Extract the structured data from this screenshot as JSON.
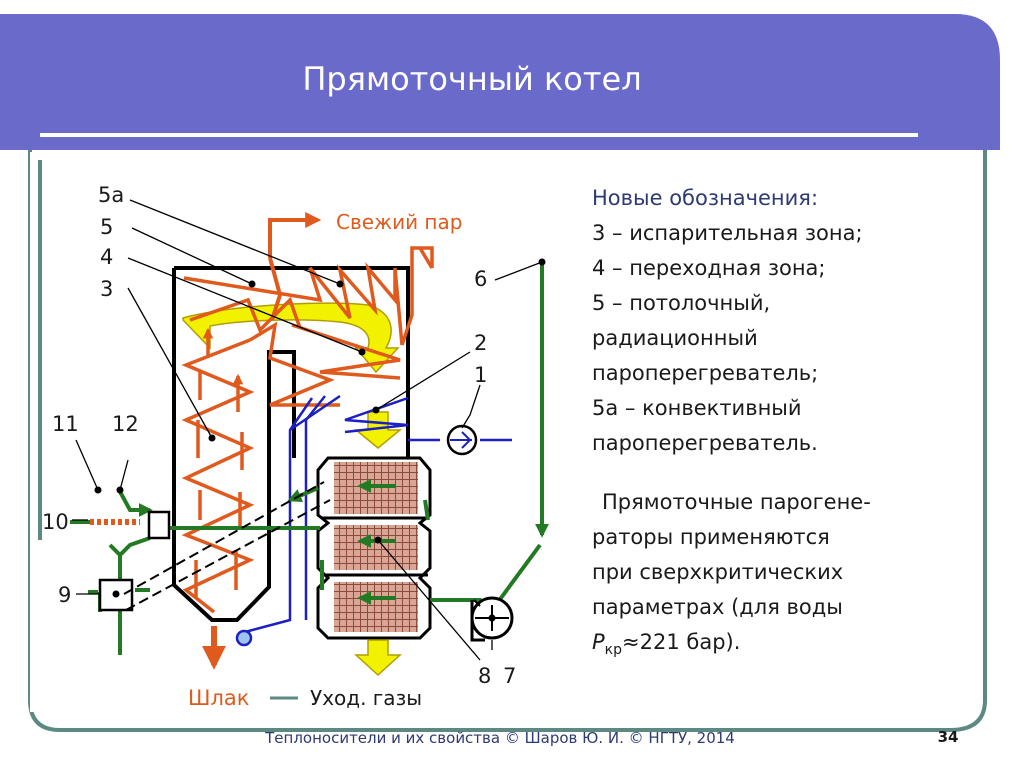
{
  "title": "Прямоточный котел",
  "legend": {
    "heading": "Новые обозначения:",
    "lines": [
      "3 – испарительная зона;",
      "4 – переходная зона;",
      "5 – потолочный,",
      "радиационный",
      "пароперегреватель;",
      "5а – конвективный",
      "пароперегреватель."
    ]
  },
  "paragraph": {
    "lines": [
      "Прямоточные парогене-",
      "раторы применяются",
      "при сверхкритических",
      "параметрах (для воды"
    ],
    "formula": {
      "symbol": "P",
      "subscript": "кр",
      "rest": "≈221 бар)."
    }
  },
  "diagram": {
    "labels": {
      "steam": "Свежий пар",
      "slag": "Шлак",
      "flue": "Уход. газы"
    },
    "numbers": {
      "n5a": "5а",
      "n5": "5",
      "n4": "4",
      "n3": "3",
      "n6": "6",
      "n2": "2",
      "n1": "1",
      "n11": "11",
      "n12": "12",
      "n10": "10",
      "n9": "9",
      "n8": "8",
      "n7": "7"
    }
  },
  "footer": {
    "text": "Теплоносители и их свойства © Шаров Ю. И. © НГТУ, 2014",
    "page": "34"
  },
  "colors": {
    "header": "#6a6acb",
    "border": "#5c8a83",
    "steam": "#e05a1e",
    "water": "#227a22",
    "gas": "#f2f200",
    "tube": "#1c20c2"
  }
}
